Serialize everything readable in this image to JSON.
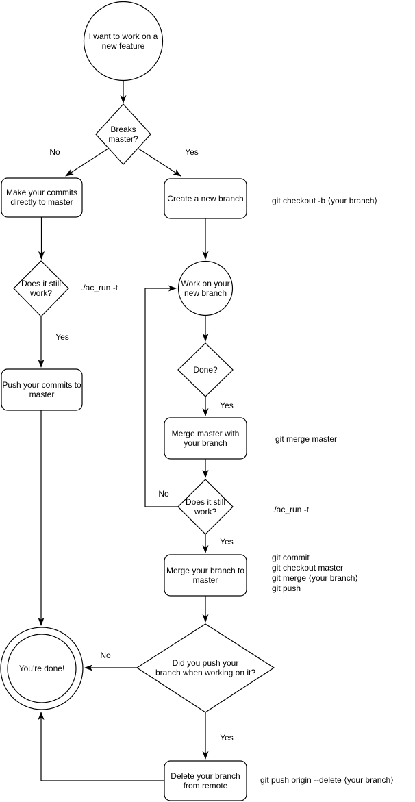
{
  "colors": {
    "stroke": "#000000",
    "fill": "#ffffff",
    "text": "#000000"
  },
  "nodes": {
    "start": "I want to work on a\nnew feature",
    "breaks_master": "Breaks\nmaster?",
    "make_commits": "Make your commits\ndirectly to master",
    "create_branch": "Create a new branch",
    "does_it_still_work_1": "Does it still\nwork?",
    "work_on_branch": "Work on your\nnew branch",
    "done": "Done?",
    "merge_master": "Merge master with\nyour branch",
    "does_it_still_work_2": "Does it still\nwork?",
    "push_commits": "Push your commits to\nmaster",
    "merge_branch": "Merge your branch to\nmaster",
    "did_you_push": "Did you push your\nbranch when working on it?",
    "youre_done": "You're done!",
    "delete_branch": "Delete your branch\nfrom remote"
  },
  "edge_labels": {
    "breaks_no": "No",
    "breaks_yes": "Yes",
    "work1_yes": "Yes",
    "done_yes": "Yes",
    "work2_no": "No",
    "work2_yes": "Yes",
    "push_no": "No",
    "push_yes": "Yes"
  },
  "annotations": {
    "checkout_branch": "git checkout -b ⟨your branch⟩",
    "ac_run_left": "./ac_run -t",
    "merge_master_cmd": "git merge master",
    "ac_run_mid": "./ac_run -t",
    "merge_branch_cmds": [
      "git commit",
      "git checkout master",
      "git merge ⟨your branch⟩",
      "git push"
    ],
    "delete_remote_cmd": "git push origin --delete ⟨your branch⟩"
  }
}
